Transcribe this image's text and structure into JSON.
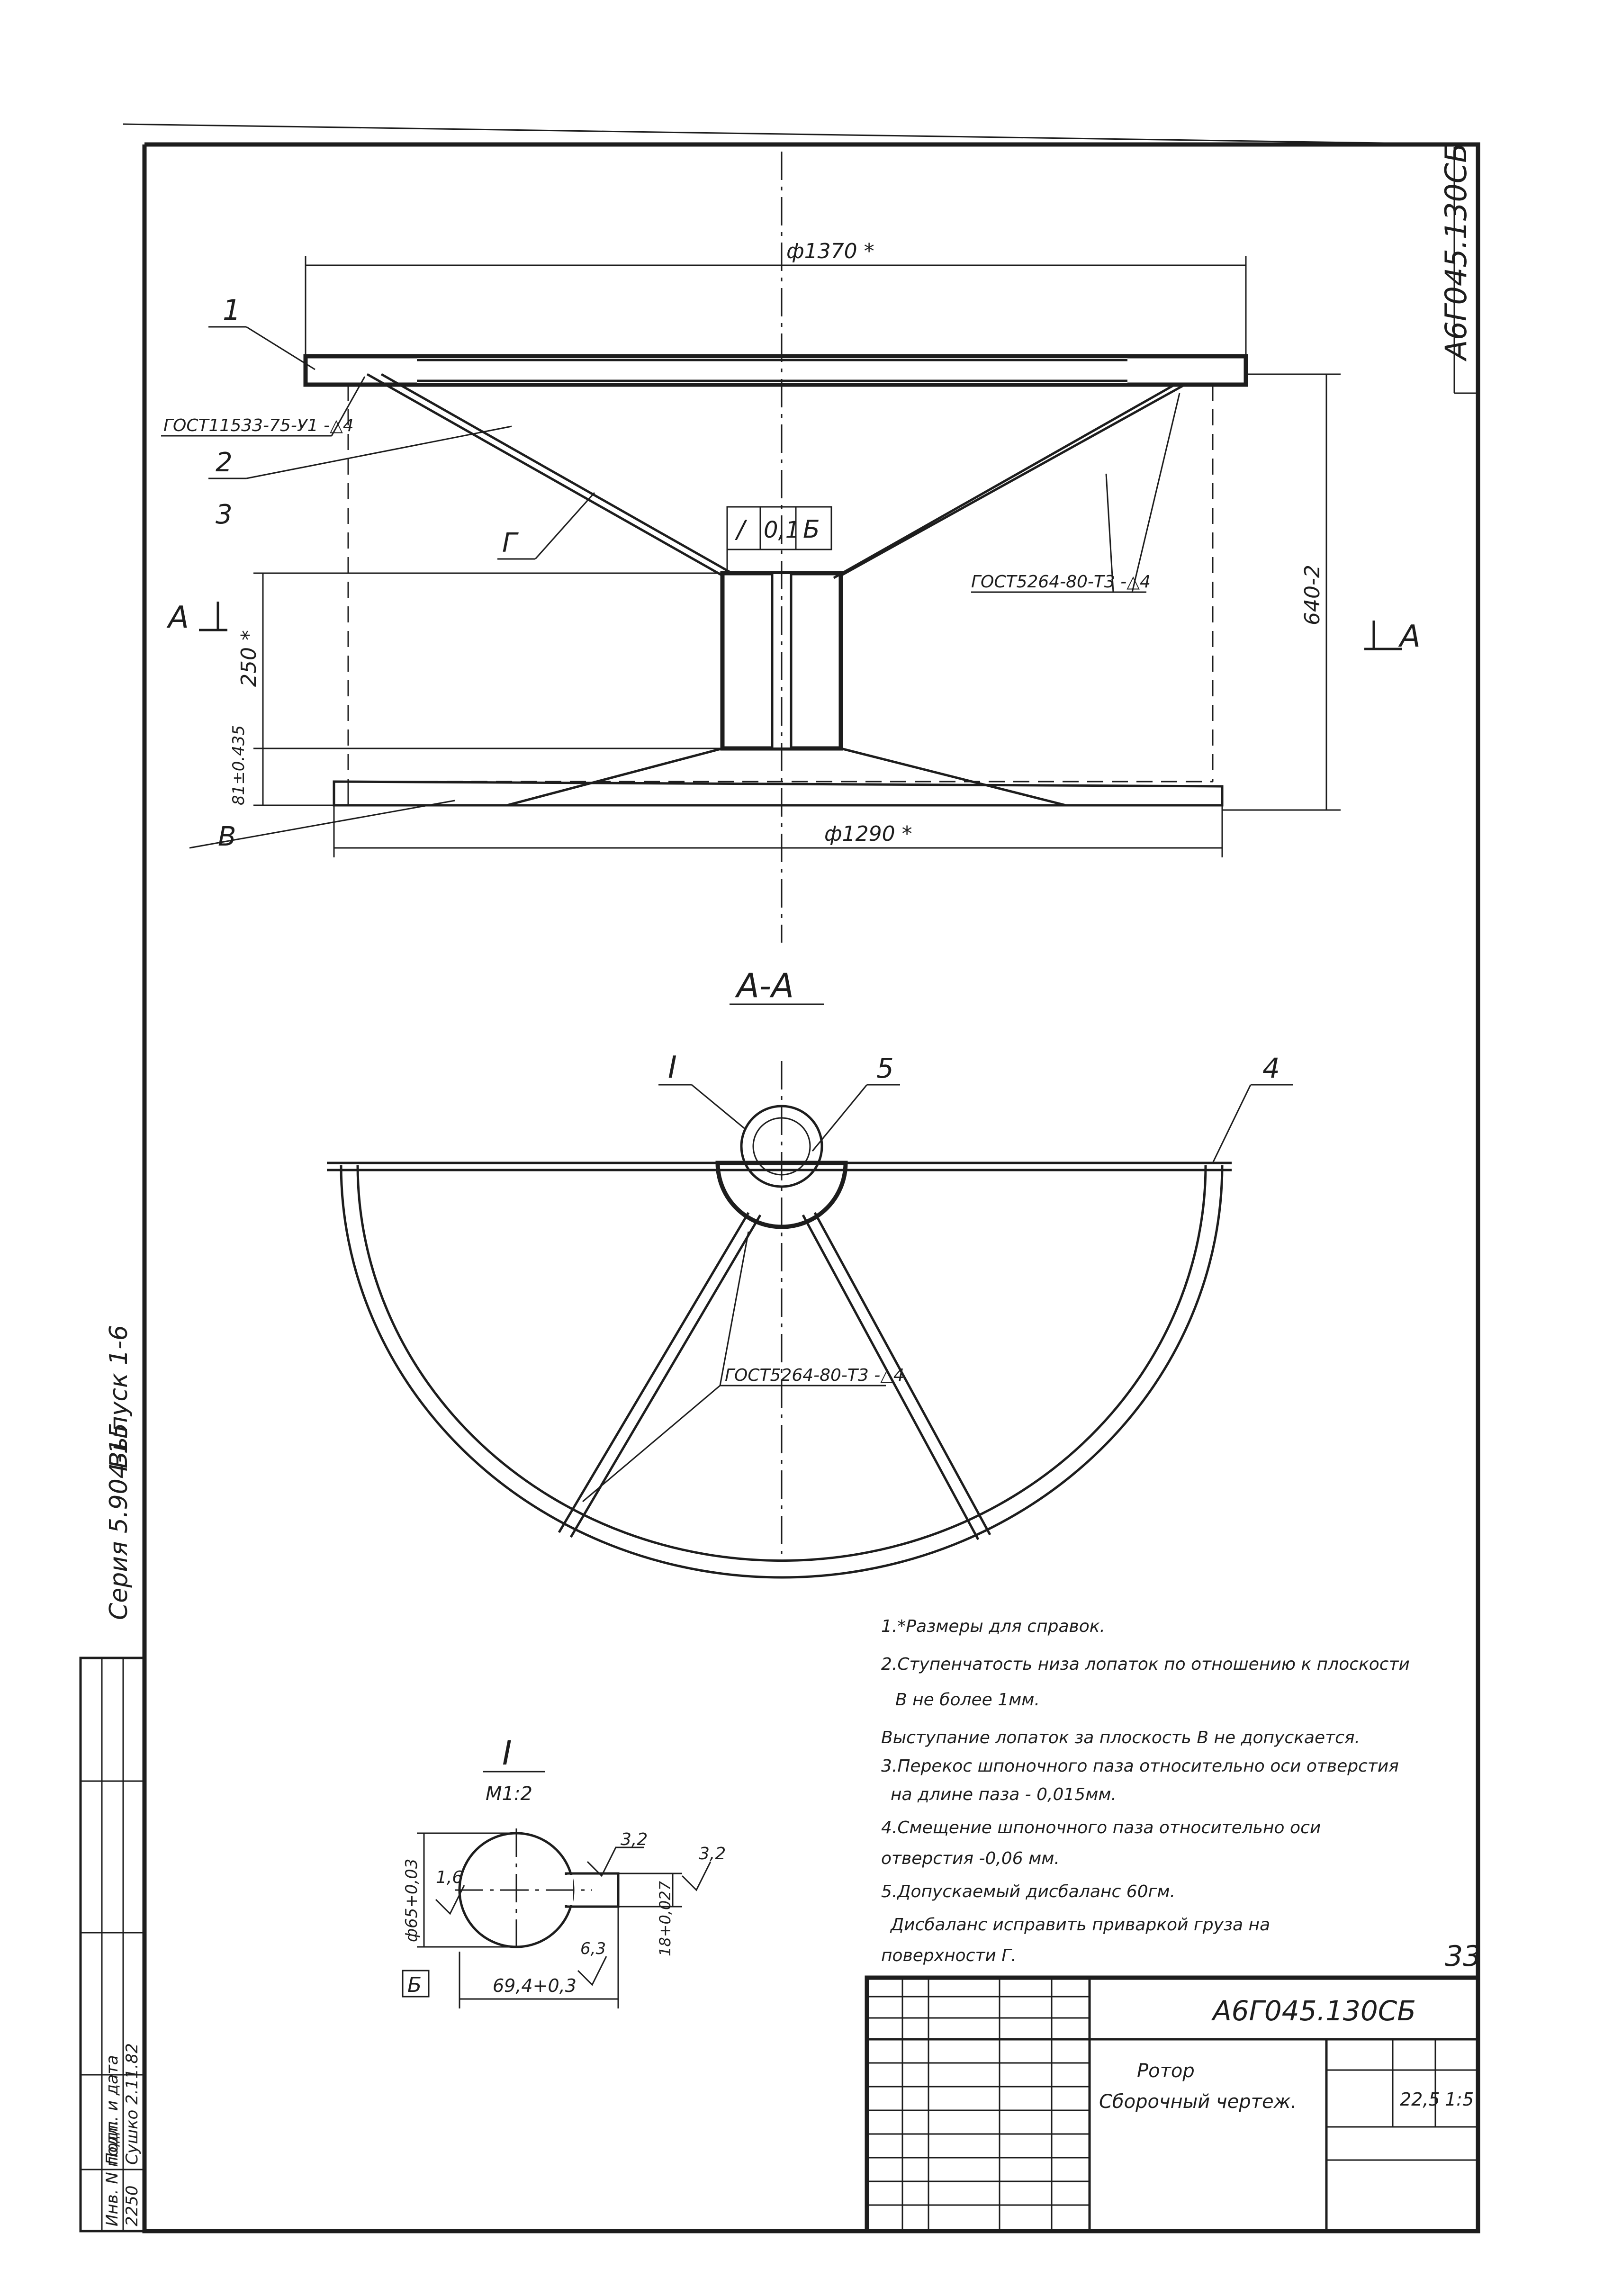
{
  "stamp": {
    "designation": "А6Г045.130СБ",
    "name_line1": "Ротор",
    "name_line2": "Сборочный чертеж.",
    "mass": "22,5",
    "scale": "1:5",
    "sheet_number": "33"
  },
  "side_stamp": {
    "designation": "А6Г045.130СБ",
    "series": "Серия 5.904-15",
    "issue": "Выпуск 1-6",
    "inv_label": "Инв. N подл.",
    "sign_label": "Подп. и дата",
    "inv_value": "2250",
    "sign_value": "Сушко 2.11.82"
  },
  "main_view": {
    "dim_top": "ф1370 *",
    "dim_bottom": "ф1290 *",
    "dim_height": "640-2",
    "dim_hub": "250 *",
    "dim_bore": "81±0.435",
    "tolerance_box": [
      "/",
      "0,1",
      "Б"
    ],
    "weld_label_1": "ГОСТ11533-75-У1 -△4",
    "weld_label_2": "ГОСТ5264-80-Т3 -△4",
    "callouts": [
      "1",
      "2",
      "3"
    ],
    "letter_g": "Г",
    "letter_v": "В",
    "section_mark": "А"
  },
  "section_view": {
    "title": "А-А",
    "callout_detail": "I",
    "callout_5": "5",
    "callout_4": "4",
    "weld_label": "ГОСТ5264-80-Т3 -△4"
  },
  "detail_view": {
    "title": "I",
    "scale": "М1:2",
    "dim_diameter": "ф65+0,03",
    "dim_width": "69,4+0,3",
    "dim_slot": "18+0,027",
    "roughness_1": "3,2",
    "roughness_2": "3,2",
    "roughness_3": "1,6",
    "roughness_4": "6,3",
    "datum": "Б"
  },
  "notes": [
    "1.*Размеры для справок.",
    "2.Ступенчатость низа лопаток по отношению к плоскости",
    "В не более 1мм.",
    "Выступание лопаток за плоскость В не допускается.",
    "3.Перекос шпоночного паза относительно оси отверстия",
    "на длине паза - 0,015мм.",
    "4.Смещение шпоночного паза относительно оси",
    "отверстия -0,06 мм.",
    "5.Допускаемый дисбаланс 60гм.",
    "Дисбаланс исправить приваркой груза на",
    "поверхности Г."
  ]
}
